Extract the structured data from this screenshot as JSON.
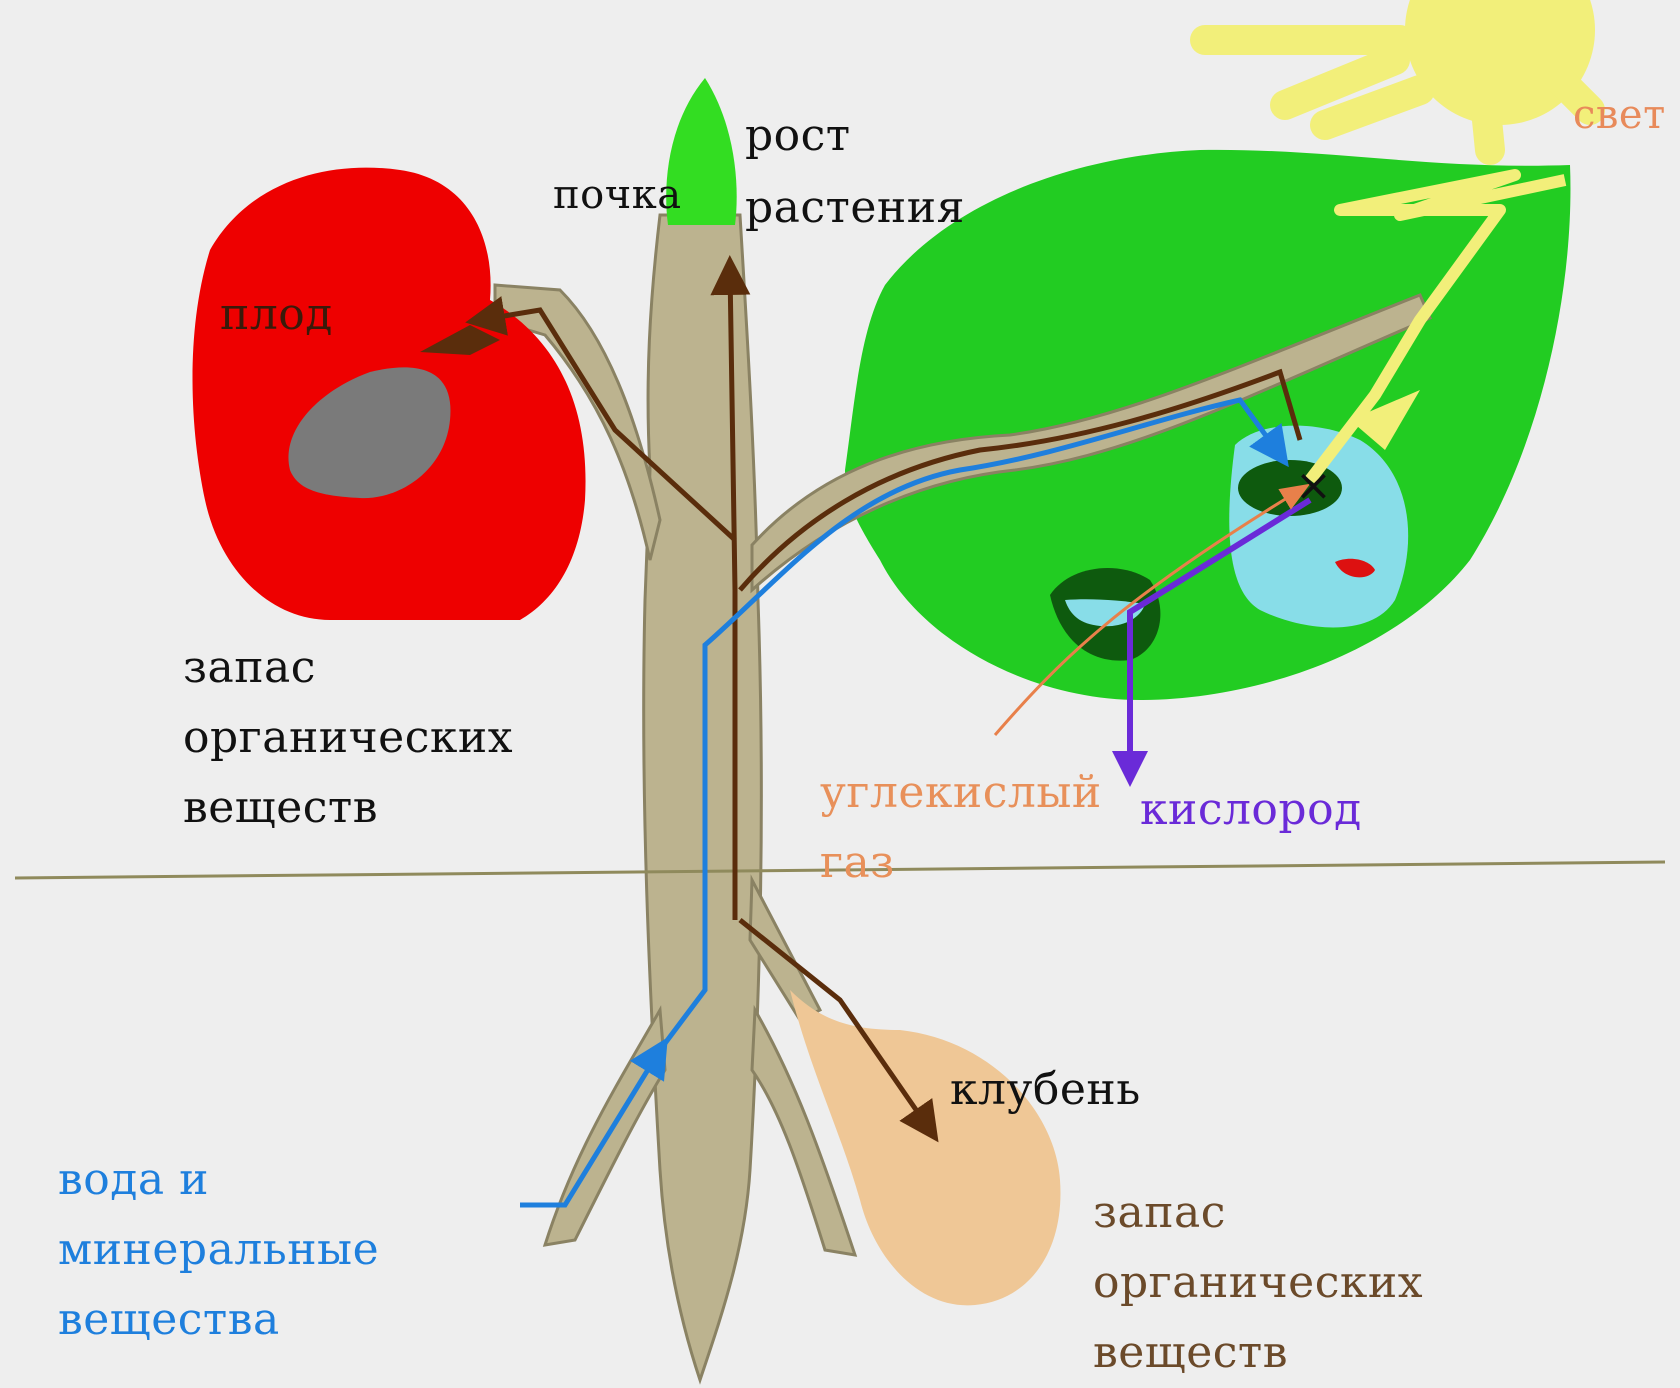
{
  "colors": {
    "background": "#eeeeee",
    "stem": "#bcb38f",
    "stem_outline": "#8a8263",
    "fruit": "#ee0000",
    "seed": "#7a7a7a",
    "leaf": "#22cc22",
    "bud": "#33dd22",
    "chloroplast_cell": "#88dde8",
    "dark_green": "#0e5a0e",
    "tuber": "#efc796",
    "sun": "#f2ef7a",
    "ground_line": "#8f8a5c",
    "organic_flow": "#5a2d0c",
    "water_flow": "#1e7fdd",
    "oxygen_flow": "#6a2ad8",
    "co2_flow": "#e8804a"
  },
  "labels": {
    "fruit": "плод",
    "bud": "почка",
    "growth": "рост\nрастения",
    "store_fruit": "запас\nорганических\nвеществ",
    "light": "свет",
    "co2": "углекислый\nгаз",
    "oxygen": "кислород",
    "tuber": "клубень",
    "water": "вода и\nминеральные\nвещества",
    "store_tuber": "запас\nорганических\nвеществ"
  },
  "label_colors": {
    "fruit": "#3a1a0a",
    "bud": "#111111",
    "growth": "#111111",
    "store_fruit": "#111111",
    "light": "#e88a5a",
    "co2": "#e8905a",
    "oxygen": "#6a2ad8",
    "tuber": "#111111",
    "water": "#1e7fdd",
    "store_tuber": "#6b4a2a"
  }
}
